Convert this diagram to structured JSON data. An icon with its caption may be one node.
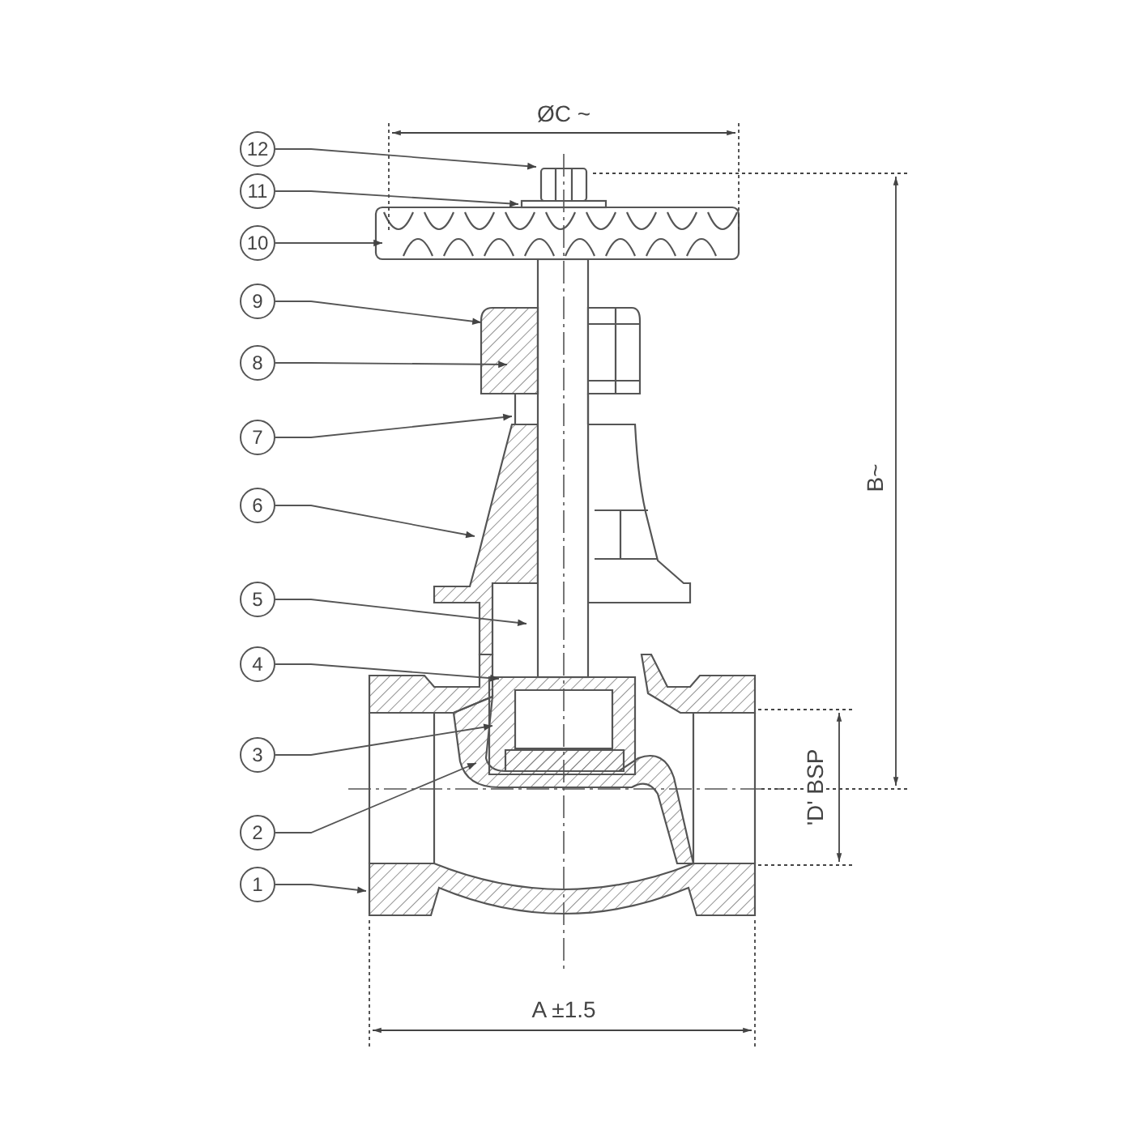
{
  "diagram": {
    "nodes": [
      {
        "text": [
          "12"
        ]
      },
      {
        "text": [
          "11"
        ]
      },
      {
        "text": [
          "10"
        ]
      },
      {
        "text": [
          "9"
        ]
      },
      {
        "text": [
          "8"
        ]
      },
      {
        "text": [
          "7"
        ]
      },
      {
        "text": [
          "6"
        ]
      },
      {
        "text": [
          "5"
        ]
      },
      {
        "text": [
          "4"
        ]
      },
      {
        "text": [
          "3"
        ]
      },
      {
        "text": [
          "2"
        ]
      },
      {
        "text": [
          "1"
        ]
      }
    ],
    "edges": [
      {
        "from": 0,
        "to": null,
        "arrow": "to"
      },
      {
        "from": 1,
        "to": null,
        "arrow": "to"
      },
      {
        "from": 2,
        "to": null,
        "arrow": "to"
      },
      {
        "from": 3,
        "to": null,
        "arrow": "to"
      },
      {
        "from": 4,
        "to": null,
        "arrow": "to"
      },
      {
        "from": 5,
        "to": null,
        "arrow": "to"
      },
      {
        "from": 6,
        "to": null,
        "arrow": "to"
      },
      {
        "from": 7,
        "to": null,
        "arrow": "to"
      },
      {
        "from": 8,
        "to": null,
        "arrow": "to"
      },
      {
        "from": 9,
        "to": null,
        "arrow": "to"
      },
      {
        "from": 10,
        "to": null,
        "arrow": "to"
      },
      {
        "from": 11,
        "to": null,
        "arrow": "to"
      }
    ],
    "labels": [
      "ØC ~",
      "B~",
      "'D' BSP",
      "A ±1.5"
    ]
  }
}
